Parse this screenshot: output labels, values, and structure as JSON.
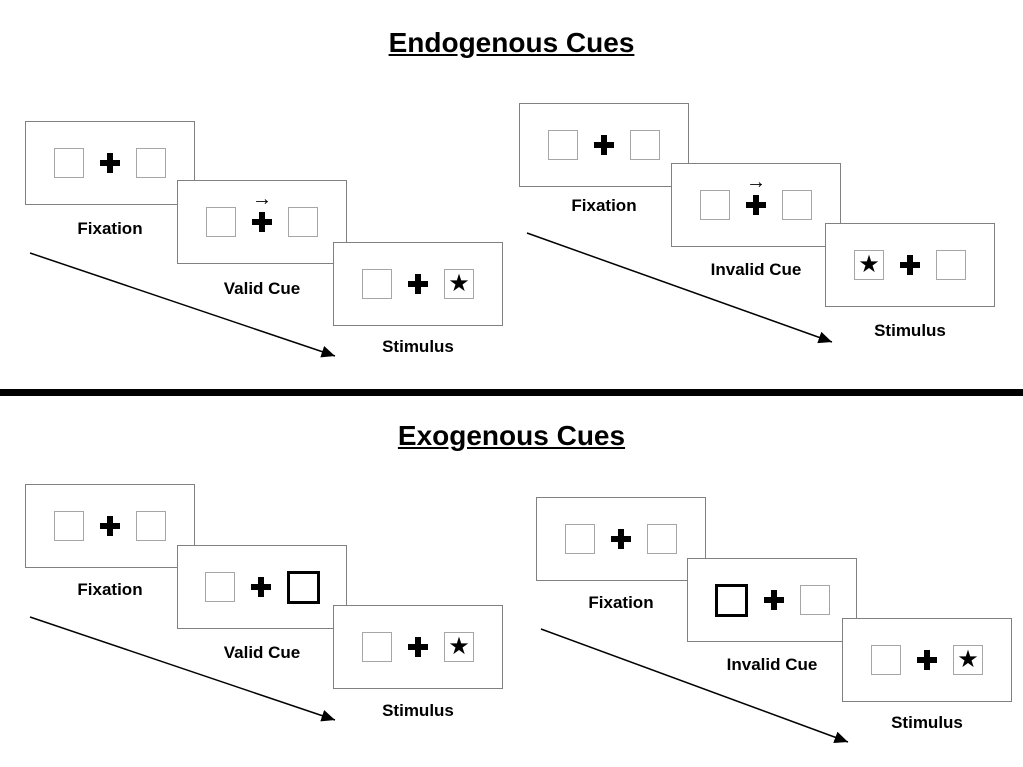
{
  "page": {
    "background": "#ffffff"
  },
  "titles": {
    "endogenous": "Endogenous Cues",
    "exogenous": "Exogenous Cues"
  },
  "symbols": {
    "star": "★",
    "cue_arrow": "→"
  },
  "icons": {
    "fixation_cross": "bold-plus-cross",
    "timeline_arrow": "diagonal-arrow-down-right"
  },
  "colors": {
    "ink": "#000000",
    "card_border": "#808080",
    "square_border": "#a6a6a6",
    "divider": "#000000"
  },
  "endogenous": {
    "valid": {
      "fixation_label": "Fixation",
      "cue_label": "Valid Cue",
      "stimulus_label": "Stimulus",
      "cue_type": "central-arrow-pointing-right",
      "stimulus_side": "right"
    },
    "invalid": {
      "fixation_label": "Fixation",
      "cue_label": "Invalid Cue",
      "stimulus_label": "Stimulus",
      "cue_type": "central-arrow-pointing-right",
      "stimulus_side": "left"
    }
  },
  "exogenous": {
    "valid": {
      "fixation_label": "Fixation",
      "cue_label": "Valid Cue",
      "stimulus_label": "Stimulus",
      "cue_type": "bold-box-right",
      "stimulus_side": "right"
    },
    "invalid": {
      "fixation_label": "Fixation",
      "cue_label": "Invalid Cue",
      "stimulus_label": "Stimulus",
      "cue_type": "bold-box-left",
      "stimulus_side": "right"
    }
  }
}
